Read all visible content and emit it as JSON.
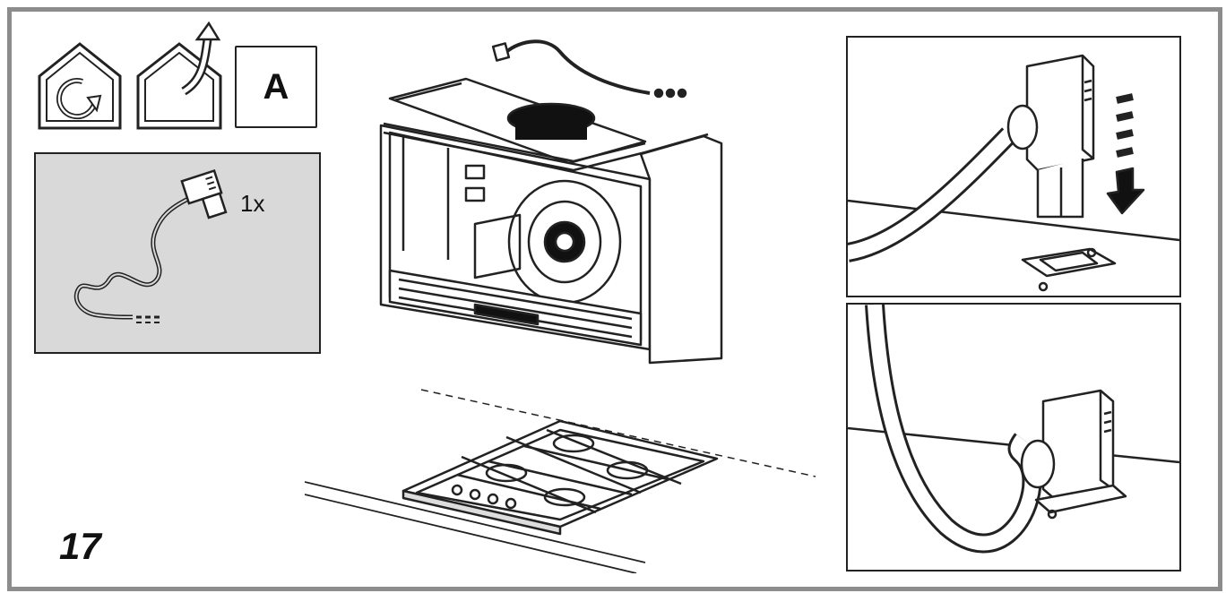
{
  "labels": {
    "mode_box": "A",
    "quantity": "1x",
    "figure_number": "17"
  },
  "icons": {
    "recirculation": "house-recirculation-icon",
    "ducted": "house-ducted-extraction-icon",
    "part": "power-cable-plug-icon"
  },
  "colors": {
    "frame": "#8c8c8c",
    "panel_bg": "#d9d9d9",
    "line": "#222222"
  }
}
